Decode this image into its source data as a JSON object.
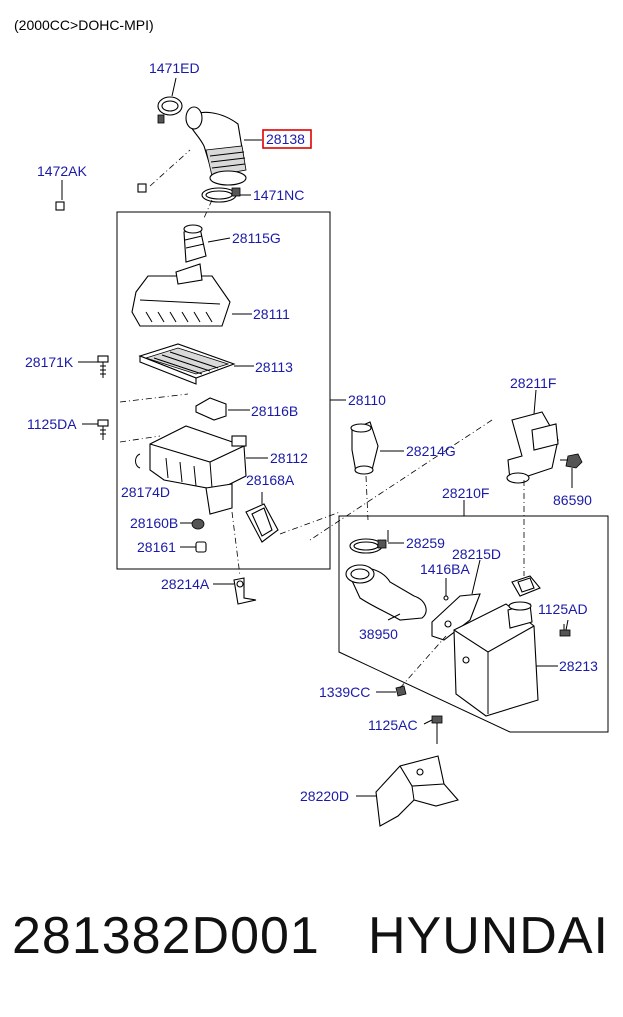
{
  "diagram": {
    "header": "(2000CC>DOHC-MPI)",
    "highlight_color": "#e00000",
    "label_color": "#1a1aa8",
    "labels": {
      "l1471ED": "1471ED",
      "l28138": "28138",
      "l1472AK": "1472AK",
      "l1471NC": "1471NC",
      "l28115G": "28115G",
      "l28111": "28111",
      "l28171K": "28171K",
      "l28113": "28113",
      "l1125DA": "1125DA",
      "l28116B": "28116B",
      "l28110": "28110",
      "l28112": "28112",
      "l28174D": "28174D",
      "l28168A": "28168A",
      "l28160B": "28160B",
      "l28161": "28161",
      "l28214A": "28214A",
      "l28211F": "28211F",
      "l28214G": "28214G",
      "l86590": "86590",
      "l28210F": "28210F",
      "l28259": "28259",
      "l28215D": "28215D",
      "l1416BA": "1416BA",
      "l1125AD": "1125AD",
      "l38950": "38950",
      "l28213": "28213",
      "l1339CC": "1339CC",
      "l1125AC": "1125AC",
      "l28220D": "28220D"
    }
  },
  "footer": {
    "part_number": "281382D001",
    "brand": "HYUNDAI"
  }
}
